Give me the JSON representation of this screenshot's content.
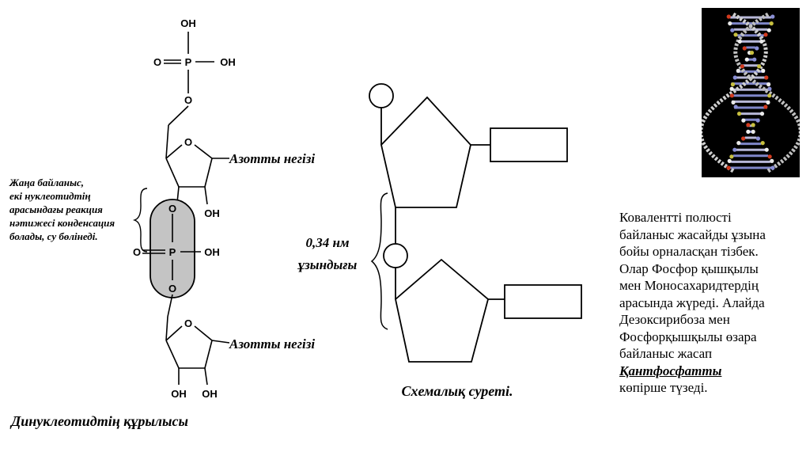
{
  "structure": {
    "oh_top": "OH",
    "o_double_top": "O",
    "p_top": "P",
    "oh_right_top": "OH",
    "o_link_top": "O",
    "ring_o_top": "O",
    "base_label_top": "Азотты негізі",
    "oh_ring_top": "OH",
    "o_bridge_upper": "O",
    "o_double_mid": "O",
    "p_mid": "P",
    "oh_mid": "OH",
    "o_bridge_lower": "O",
    "ring_o_bottom": "O",
    "base_label_bottom": "Азотты негізі",
    "oh_bottom_left": "OH",
    "oh_bottom_right": "OH",
    "title": "Динуклеотидтің құрылысы"
  },
  "note": {
    "lines": [
      "Жаңа байланыс,",
      "екі нуклеотидтің",
      "арасындағы реакция",
      "нәтижесі конденсация",
      "болады, су бөлінеді."
    ]
  },
  "schema": {
    "length_value": "0,34 нм",
    "length_label": "ұзындығы",
    "caption": "Схемалық суреті."
  },
  "description": {
    "lines": [
      "Ковалентті полюсті",
      "байланыс жасайды ұзына",
      "бойы орналасқан тізбек.",
      "Олар Фосфор қышқылы",
      "мен Моносахаридтердің",
      "арасында жүреді. Алайда",
      "Дезоксирибоза мен",
      "Фосфорқышқылы өзара",
      "байланыс жасап"
    ],
    "keyword": "Қантфосфатты",
    "ending": "көпірше түзеді."
  },
  "image": {
    "icon": "dna-double-helix",
    "background": "#000000"
  }
}
